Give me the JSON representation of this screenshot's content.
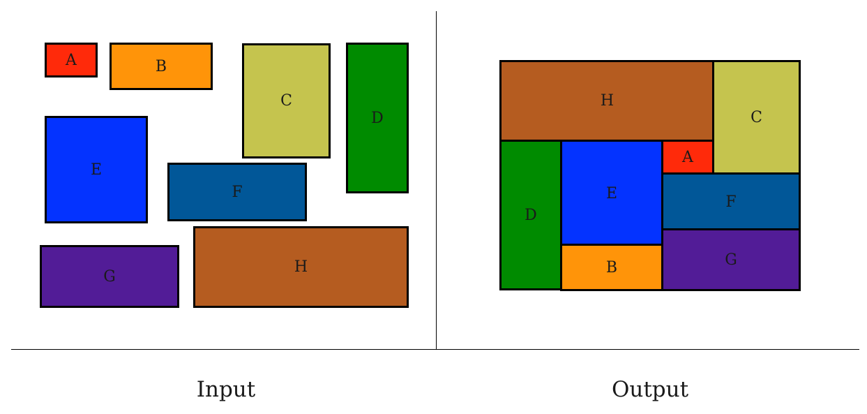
{
  "colors": {
    "A": "#ff2a0a",
    "B": "#ff9409",
    "C": "#c5c44e",
    "D": "#008b00",
    "E": "#0433ff",
    "F": "#015798",
    "G": "#521c97",
    "H": "#b55c20"
  },
  "input": {
    "caption": "Input",
    "rects": [
      {
        "id": "A",
        "label": "A"
      },
      {
        "id": "B",
        "label": "B"
      },
      {
        "id": "C",
        "label": "C"
      },
      {
        "id": "D",
        "label": "D"
      },
      {
        "id": "E",
        "label": "E"
      },
      {
        "id": "F",
        "label": "F"
      },
      {
        "id": "G",
        "label": "G"
      },
      {
        "id": "H",
        "label": "H"
      }
    ]
  },
  "output": {
    "caption": "Output",
    "rects": [
      {
        "id": "H",
        "label": "H"
      },
      {
        "id": "C",
        "label": "C"
      },
      {
        "id": "A",
        "label": "A"
      },
      {
        "id": "D",
        "label": "D"
      },
      {
        "id": "E",
        "label": "E"
      },
      {
        "id": "F",
        "label": "F"
      },
      {
        "id": "B",
        "label": "B"
      },
      {
        "id": "G",
        "label": "G"
      }
    ]
  }
}
